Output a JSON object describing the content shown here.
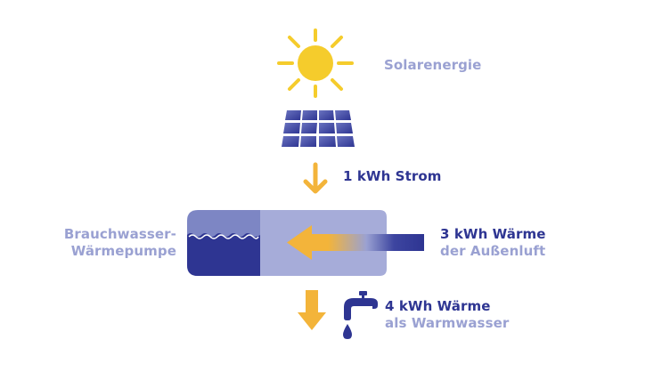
{
  "labels": {
    "solar": "Solarenergie",
    "power": "1 kWh Strom",
    "pump_line1": "Brauchwasser-",
    "pump_line2": "Wärmepumpe",
    "air_line1": "3 kWh Wärme",
    "air_line2": "der Außenluft",
    "hot_line1": "4 kWh Wärme",
    "hot_line2": "als Warmwasser"
  },
  "icons": {
    "sun": "sun-icon",
    "panel": "solar-panel-icon",
    "tap": "water-tap-icon",
    "drop": "water-drop-icon"
  },
  "colors": {
    "sun": "#f5cc2c",
    "arrow_yellow": "#f3b43a",
    "navy": "#2e3592",
    "light_blue": "#9aa1d2",
    "tank_dark": "#7d86c4",
    "tank_light": "#a6acd9"
  }
}
